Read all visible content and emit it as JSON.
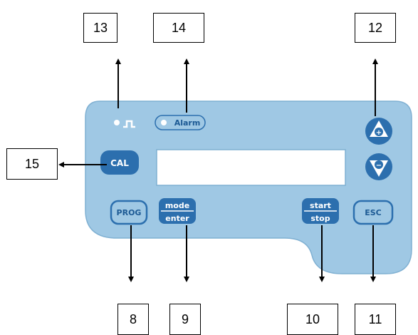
{
  "callouts": {
    "c13": "13",
    "c14": "14",
    "c12": "12",
    "c15": "15",
    "c8": "8",
    "c9": "9",
    "c10": "10",
    "c11": "11"
  },
  "panel": {
    "alarm_label": "Alarm",
    "cal_label": "CAL",
    "prog_label": "PROG",
    "mode_label": "mode",
    "enter_label": "enter",
    "start_label": "start",
    "stop_label": "stop",
    "esc_label": "ESC",
    "up_symbol": "+",
    "down_symbol": "−"
  },
  "colors": {
    "panel": "#9fc8e4",
    "panel_border": "#7fb0d2",
    "button": "#2c6fae",
    "button_dark": "#1d5a94",
    "display": "#ffffff",
    "indicator": "#ffffff"
  }
}
